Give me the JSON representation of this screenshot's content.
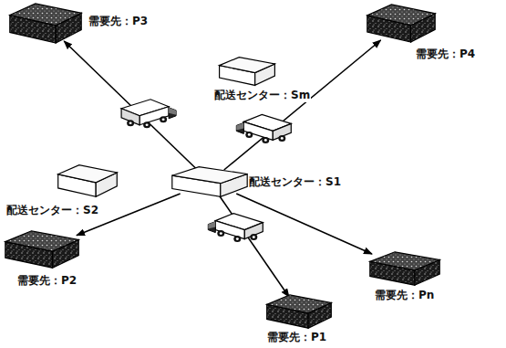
{
  "diagram": {
    "nodes": [
      {
        "text": [
          "需要先：P3"
        ]
      },
      {
        "text": [
          "需要先：P4"
        ]
      },
      {
        "text": [
          "配送センター：Sm"
        ]
      },
      {
        "text": [
          "配送センター：S1"
        ]
      },
      {
        "text": [
          "配送センター：S2"
        ]
      },
      {
        "text": [
          "需要先：P2"
        ]
      },
      {
        "text": [
          "需要先：Pn"
        ]
      },
      {
        "text": [
          "需要先：P1"
        ]
      }
    ],
    "edges": [
      {
        "from": 3,
        "to": 0,
        "arrow": "to"
      },
      {
        "from": 3,
        "to": 1,
        "arrow": "to"
      },
      {
        "from": 3,
        "to": 5,
        "arrow": "to"
      },
      {
        "from": 3,
        "to": 7,
        "arrow": "to"
      },
      {
        "from": 3,
        "to": 6,
        "arrow": "to"
      }
    ]
  }
}
